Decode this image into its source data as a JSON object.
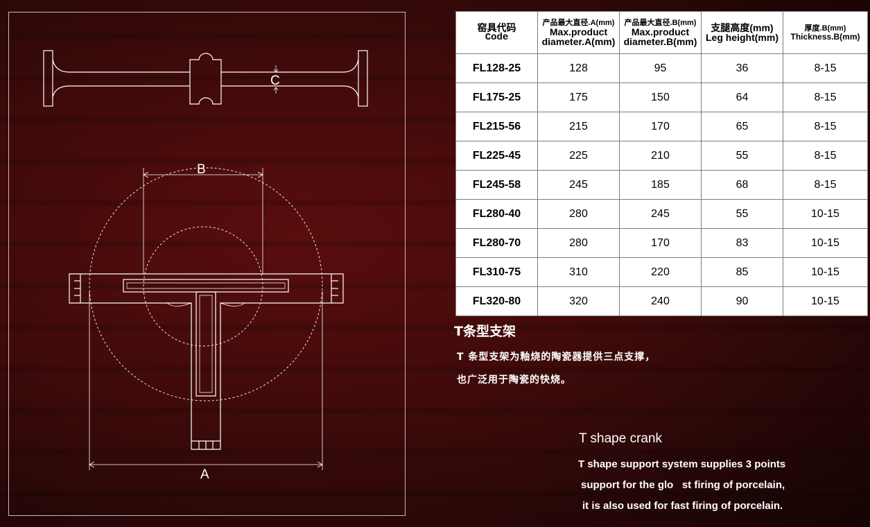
{
  "drawing": {
    "label_a": "A",
    "label_b": "B",
    "label_c": "C"
  },
  "table": {
    "headers": [
      {
        "cn": "窑具代码",
        "en": "Code"
      },
      {
        "cn": "产品最大直径.A(mm)",
        "en": "Max.product diameter.A(mm)"
      },
      {
        "cn": "产品最大直径.B(mm)",
        "en": "Max.product diameter.B(mm)"
      },
      {
        "cn": "支腿高度(mm)",
        "en": "Leg height(mm)"
      },
      {
        "cn": "厚度.B(mm)",
        "en": "Thickness.B(mm)"
      }
    ],
    "rows": [
      [
        "FL128-25",
        "128",
        "95",
        "36",
        "8-15"
      ],
      [
        "FL175-25",
        "175",
        "150",
        "64",
        "8-15"
      ],
      [
        "FL215-56",
        "215",
        "170",
        "65",
        "8-15"
      ],
      [
        "FL225-45",
        "225",
        "210",
        "55",
        "8-15"
      ],
      [
        "FL245-58",
        "245",
        "185",
        "68",
        "8-15"
      ],
      [
        "FL280-40",
        "280",
        "245",
        "55",
        "10-15"
      ],
      [
        "FL280-70",
        "280",
        "170",
        "83",
        "10-15"
      ],
      [
        "FL310-75",
        "310",
        "220",
        "85",
        "10-15"
      ],
      [
        "FL320-80",
        "320",
        "240",
        "90",
        "10-15"
      ]
    ]
  },
  "description_cn": {
    "title": "T条型支架",
    "line1": "T 条型支架为釉烧的陶瓷器提供三点支撑，",
    "line2": "也广泛用于陶瓷的快烧。"
  },
  "description_en": {
    "title": "T shape crank",
    "line1": "T shape support system supplies 3 points",
    "line2": "support for the glo   st firing of porcelain,",
    "line3": "it is also used for fast firing of porcelain."
  }
}
